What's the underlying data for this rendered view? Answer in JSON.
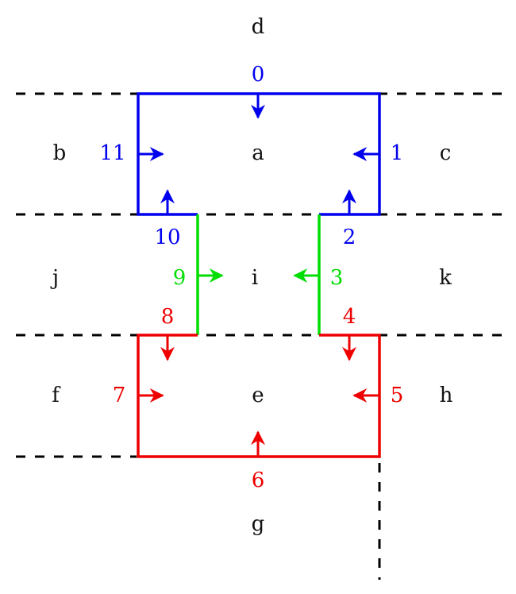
{
  "colors": {
    "blue": "#0000ee",
    "green": "#00dd00",
    "red": "#ee0000",
    "black": "#000000"
  },
  "regions": {
    "d": "d",
    "a": "a",
    "b": "b",
    "c": "c",
    "j": "j",
    "i": "i",
    "k": "k",
    "f": "f",
    "e": "e",
    "h": "h",
    "g": "g"
  },
  "edges": {
    "e0": "0",
    "e1": "1",
    "e2": "2",
    "e3": "3",
    "e4": "4",
    "e5": "5",
    "e6": "6",
    "e7": "7",
    "e8": "8",
    "e9": "9",
    "e10": "10",
    "e11": "11"
  }
}
